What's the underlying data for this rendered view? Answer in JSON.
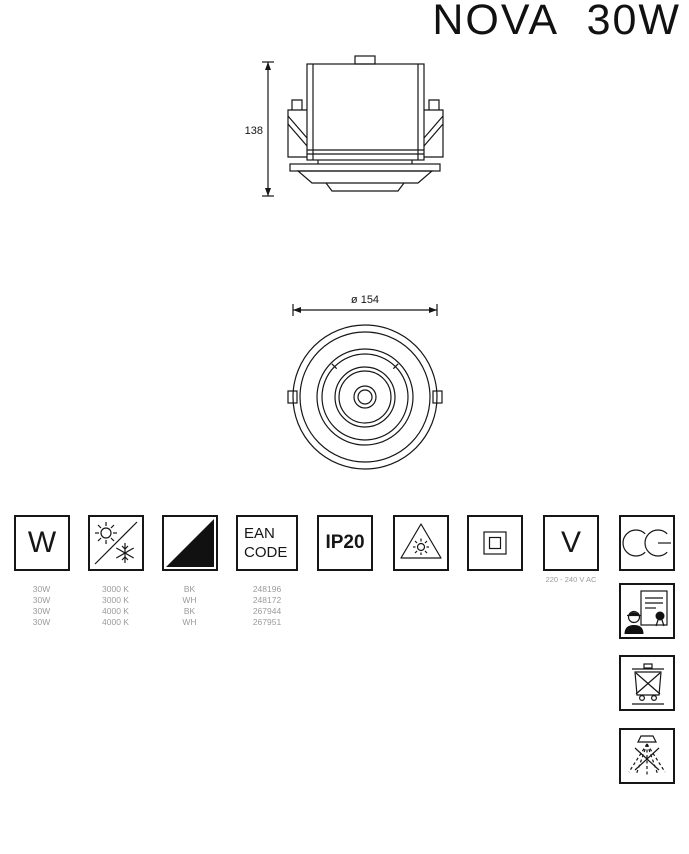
{
  "title": "NOVA 30W",
  "side_view": {
    "height_dim": "138"
  },
  "front_view": {
    "diameter_dim": "ø 154"
  },
  "spec_icons": {
    "wattage_symbol": "W",
    "ean_line1": "EAN",
    "ean_line2": "CODE",
    "ip_rating": "IP20",
    "voltage_symbol": "V"
  },
  "icons": {
    "temperature-icon": "sun-and-snowflake-with-diagonal",
    "finish-icon": "black-white-diagonal-triangle",
    "photobiological-warning-icon": "triangle-with-lamp",
    "class2-insulation-icon": "square-in-square",
    "ce-mark-icon": "CE",
    "qualified-installer-icon": "certificate-with-worker",
    "weee-icon": "crossed-out-wheeled-bin",
    "no-stare-icon": "crossed-light-rays"
  },
  "spec_table": {
    "rows": [
      {
        "wattage": "30W",
        "color_temp": "3000 K",
        "finish": "BK",
        "ean": "248196"
      },
      {
        "wattage": "30W",
        "color_temp": "3000 K",
        "finish": "WH",
        "ean": "248172"
      },
      {
        "wattage": "30W",
        "color_temp": "4000 K",
        "finish": "BK",
        "ean": "267944"
      },
      {
        "wattage": "30W",
        "color_temp": "4000 K",
        "finish": "WH",
        "ean": "267951"
      }
    ],
    "voltage_note": "220 - 240 V AC"
  },
  "colors": {
    "line": "#161616",
    "muted_text": "#9b9b9b",
    "background": "#ffffff"
  }
}
